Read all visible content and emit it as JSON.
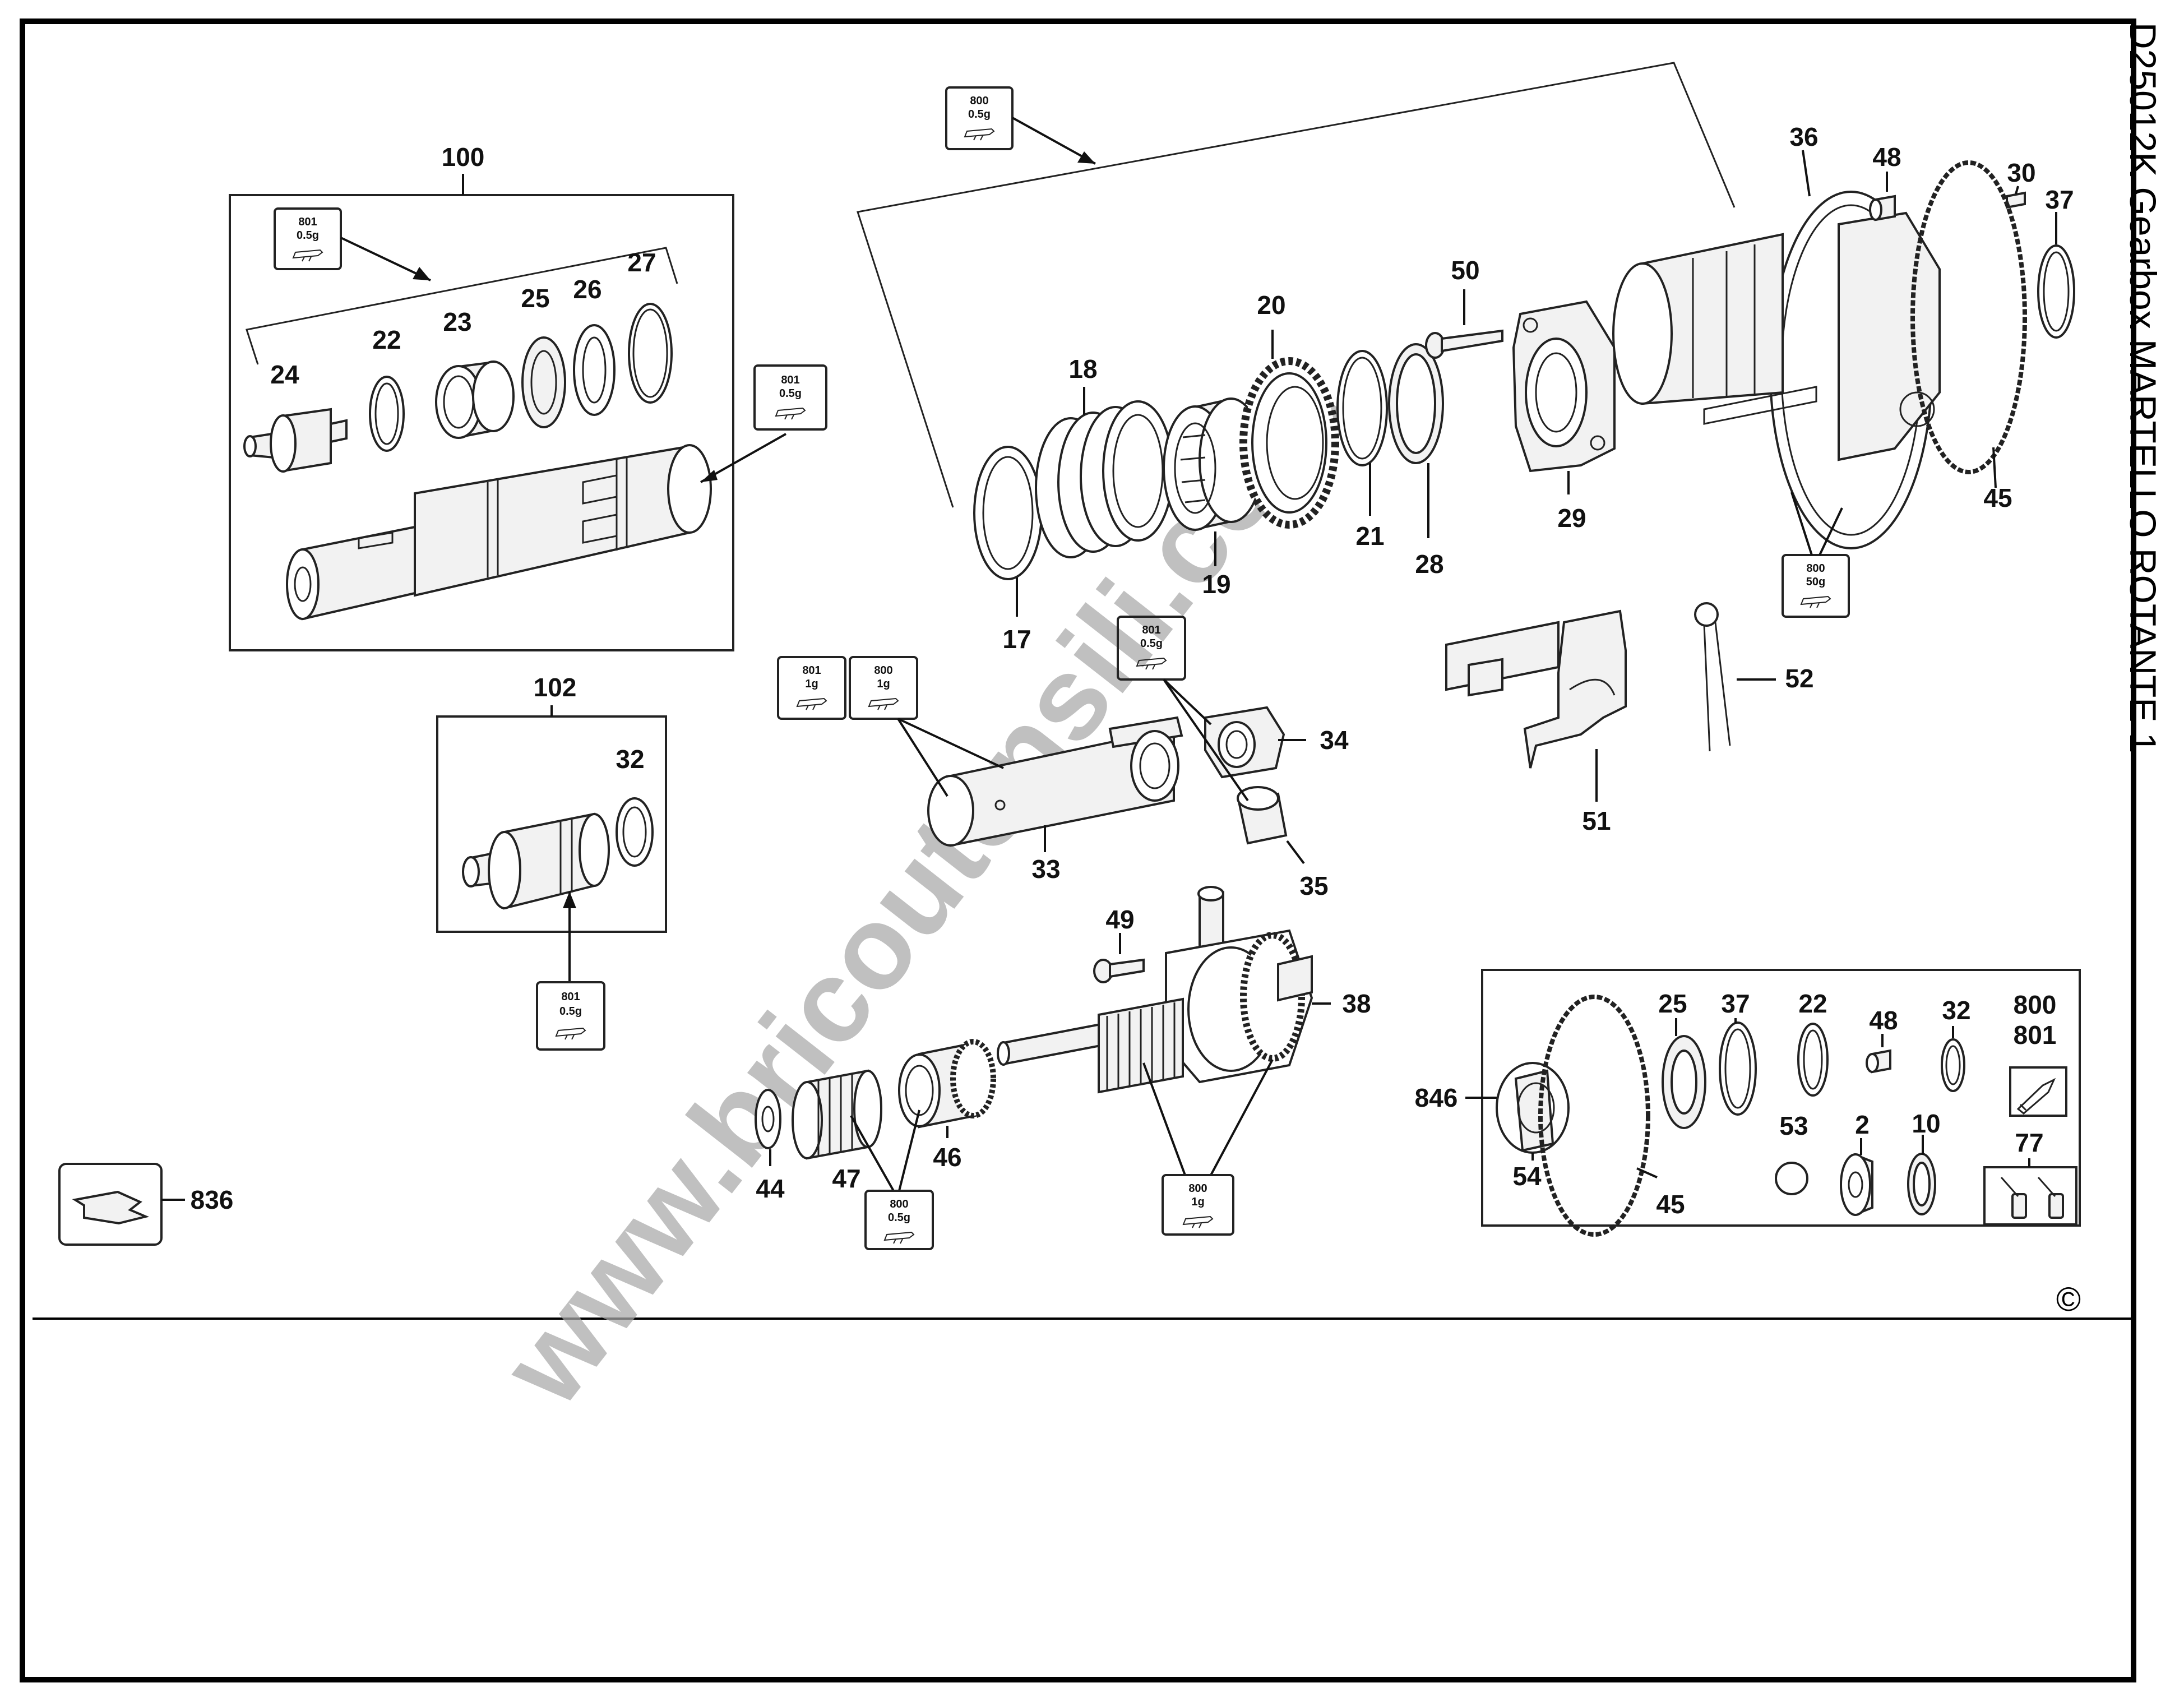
{
  "title": "D25012K  Gearbox  MARTELLO ROTANTE 1",
  "watermark": "www.bricoutensili.com",
  "copyright": "©",
  "part_numbers": {
    "p100": "100",
    "p24": "24",
    "p22": "22",
    "p23": "23",
    "p25": "25",
    "p26": "26",
    "p27": "27",
    "p102": "102",
    "p32": "32",
    "p17": "17",
    "p18": "18",
    "p19": "19",
    "p20": "20",
    "p21": "21",
    "p28": "28",
    "p50": "50",
    "p29": "29",
    "p36": "36",
    "p48": "48",
    "p30": "30",
    "p37": "37",
    "p45": "45",
    "p51": "51",
    "p52": "52",
    "p33": "33",
    "p34": "34",
    "p35": "35",
    "p49": "49",
    "p38": "38",
    "p44": "44",
    "p47": "47",
    "p46": "46",
    "p836": "836",
    "k846": "846",
    "k54": "54",
    "k45": "45",
    "k25": "25",
    "k37": "37",
    "k22": "22",
    "k48": "48",
    "k32": "32",
    "k800": "800",
    "k801": "801",
    "k53": "53",
    "k2": "2",
    "k10": "10",
    "k77": "77"
  },
  "grease_tags": {
    "t1": {
      "code": "800",
      "amount": "0.5g"
    },
    "t2": {
      "code": "801",
      "amount": "0.5g"
    },
    "t3": {
      "code": "801",
      "amount": "0.5g"
    },
    "t4": {
      "code": "800",
      "amount": "50g"
    },
    "t5": {
      "code": "801",
      "amount": "1g"
    },
    "t6": {
      "code": "800",
      "amount": "1g"
    },
    "t7": {
      "code": "801",
      "amount": "0.5g"
    },
    "t8": {
      "code": "801",
      "amount": "0.5g"
    },
    "t9": {
      "code": "800",
      "amount": "0.5g"
    },
    "t10": {
      "code": "800",
      "amount": "1g"
    }
  }
}
